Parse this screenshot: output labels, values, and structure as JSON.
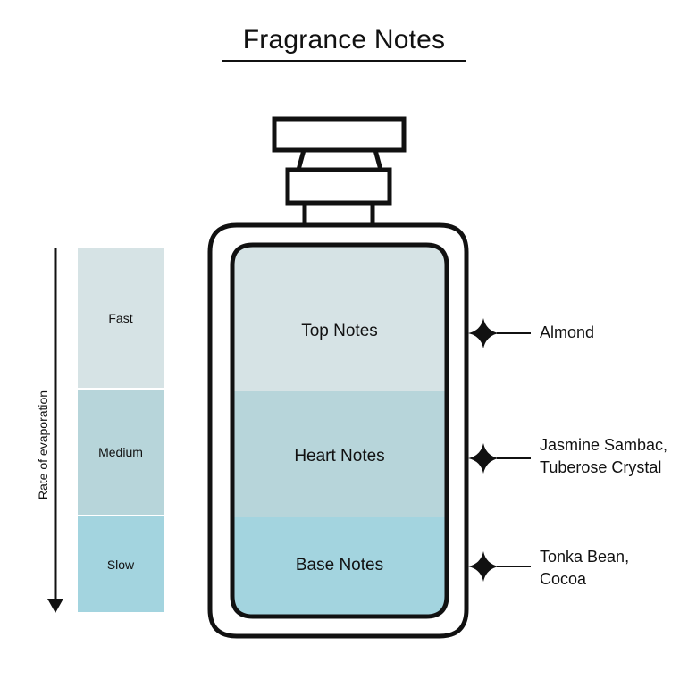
{
  "title": "Fragrance Notes",
  "axis": {
    "label": "Rate of evaporation"
  },
  "rates": [
    {
      "label": "Fast",
      "color": "#d6e3e5"
    },
    {
      "label": "Medium",
      "color": "#b7d5da"
    },
    {
      "label": "Slow",
      "color": "#a3d4df"
    }
  ],
  "notes": [
    {
      "label": "Top Notes",
      "color": "#d6e3e5",
      "ingredients": [
        "Almond"
      ]
    },
    {
      "label": "Heart Notes",
      "color": "#b7d5da",
      "ingredients": [
        "Jasmine Sambac,",
        "Tuberose Crystal"
      ]
    },
    {
      "label": "Base Notes",
      "color": "#a3d4df",
      "ingredients": [
        "Tonka Bean,",
        "Cocoa"
      ]
    }
  ],
  "colors": {
    "outline": "#111111",
    "background": "#ffffff"
  }
}
